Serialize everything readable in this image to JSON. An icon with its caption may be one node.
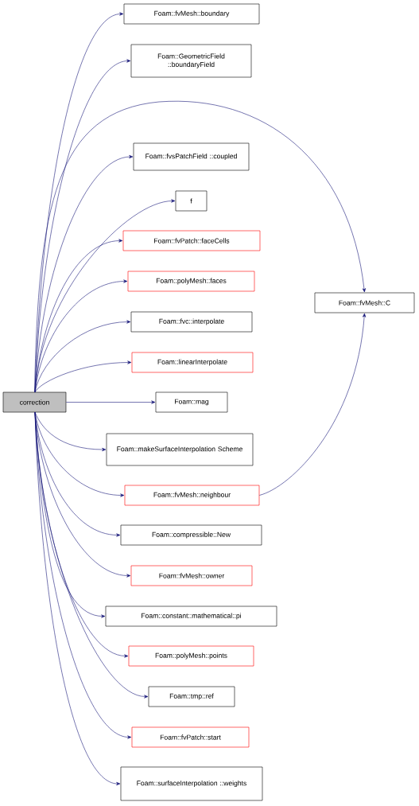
{
  "diagram": {
    "nodes": [
      {
        "text": [
          "correction"
        ]
      },
      {
        "text": [
          "Foam::fvMesh::boundary"
        ]
      },
      {
        "text": [
          "Foam::GeometricField ::boundaryField"
        ]
      },
      {
        "text": [
          "Foam::fvsPatchField ::coupled"
        ]
      },
      {
        "text": [
          "f"
        ]
      },
      {
        "text": [
          "Foam::fvPatch::faceCells"
        ]
      },
      {
        "text": [
          "Foam::polyMesh::faces"
        ]
      },
      {
        "text": [
          "Foam::fvc::interpolate"
        ]
      },
      {
        "text": [
          "Foam::linearInterpolate"
        ]
      },
      {
        "text": [
          "Foam::mag"
        ]
      },
      {
        "text": [
          "Foam::makeSurfaceInterpolation Scheme"
        ]
      },
      {
        "text": [
          "Foam::fvMesh::neighbour"
        ]
      },
      {
        "text": [
          "Foam::compressible::New"
        ]
      },
      {
        "text": [
          "Foam::fvMesh::owner"
        ]
      },
      {
        "text": [
          "Foam::constant::mathematical::pi"
        ]
      },
      {
        "text": [
          "Foam::polyMesh::points"
        ]
      },
      {
        "text": [
          "Foam::tmp::ref"
        ]
      },
      {
        "text": [
          "Foam::fvPatch::start"
        ]
      },
      {
        "text": [
          "Foam::surfaceInterpolation ::weights"
        ]
      },
      {
        "text": [
          "Foam::fvMesh::C"
        ]
      }
    ],
    "edges": [
      {
        "from": 0,
        "to": 1,
        "arrow": "to"
      },
      {
        "from": 0,
        "to": 2,
        "arrow": "to"
      },
      {
        "from": 0,
        "to": 19,
        "arrow": "to"
      },
      {
        "from": 0,
        "to": 3,
        "arrow": "to"
      },
      {
        "from": 0,
        "to": 4,
        "arrow": "to"
      },
      {
        "from": 0,
        "to": 5,
        "arrow": "to"
      },
      {
        "from": 0,
        "to": 6,
        "arrow": "to"
      },
      {
        "from": 0,
        "to": 7,
        "arrow": "to"
      },
      {
        "from": 0,
        "to": 8,
        "arrow": "to"
      },
      {
        "from": 0,
        "to": 9,
        "arrow": "to"
      },
      {
        "from": 0,
        "to": 10,
        "arrow": "to"
      },
      {
        "from": 0,
        "to": 11,
        "arrow": "to"
      },
      {
        "from": 0,
        "to": 12,
        "arrow": "to"
      },
      {
        "from": 0,
        "to": 13,
        "arrow": "to"
      },
      {
        "from": 0,
        "to": 14,
        "arrow": "to"
      },
      {
        "from": 0,
        "to": 15,
        "arrow": "to"
      },
      {
        "from": 0,
        "to": 16,
        "arrow": "to"
      },
      {
        "from": 0,
        "to": 17,
        "arrow": "to"
      },
      {
        "from": 0,
        "to": 18,
        "arrow": "to"
      },
      {
        "from": 11,
        "to": 19,
        "arrow": "to"
      }
    ]
  }
}
